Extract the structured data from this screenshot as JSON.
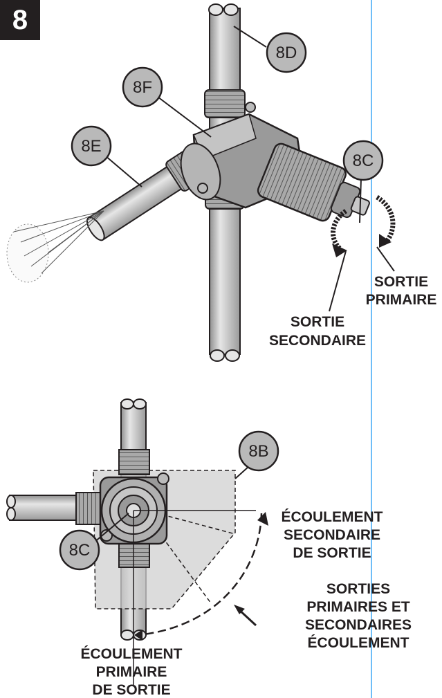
{
  "step_number": "8",
  "callouts": {
    "c8d": "8D",
    "c8f": "8F",
    "c8e": "8E",
    "c8c_top": "8C",
    "c8b": "8B",
    "c8c_bottom": "8C"
  },
  "labels": {
    "sortie_primaire": [
      "SORTIE",
      "PRIMAIRE"
    ],
    "sortie_secondaire": [
      "SORTIE",
      "SECONDAIRE"
    ],
    "ecoulement_secondaire": [
      "ÉCOULEMENT",
      "SECONDAIRE",
      "DE SORTIE"
    ],
    "sorties_primaires": [
      "SORTIES",
      "PRIMAIRES ET",
      "SECONDAIRES",
      "ÉCOULEMENT"
    ],
    "ecoulement_primaire": [
      "ÉCOULEMENT",
      "PRIMAIRE",
      "DE SORTIE"
    ]
  },
  "colors": {
    "callout_fill": "#b9b9b9",
    "pipe_fill": "#c8c8c8",
    "outline": "#231f20",
    "guide_line": "#3fa9f5"
  }
}
